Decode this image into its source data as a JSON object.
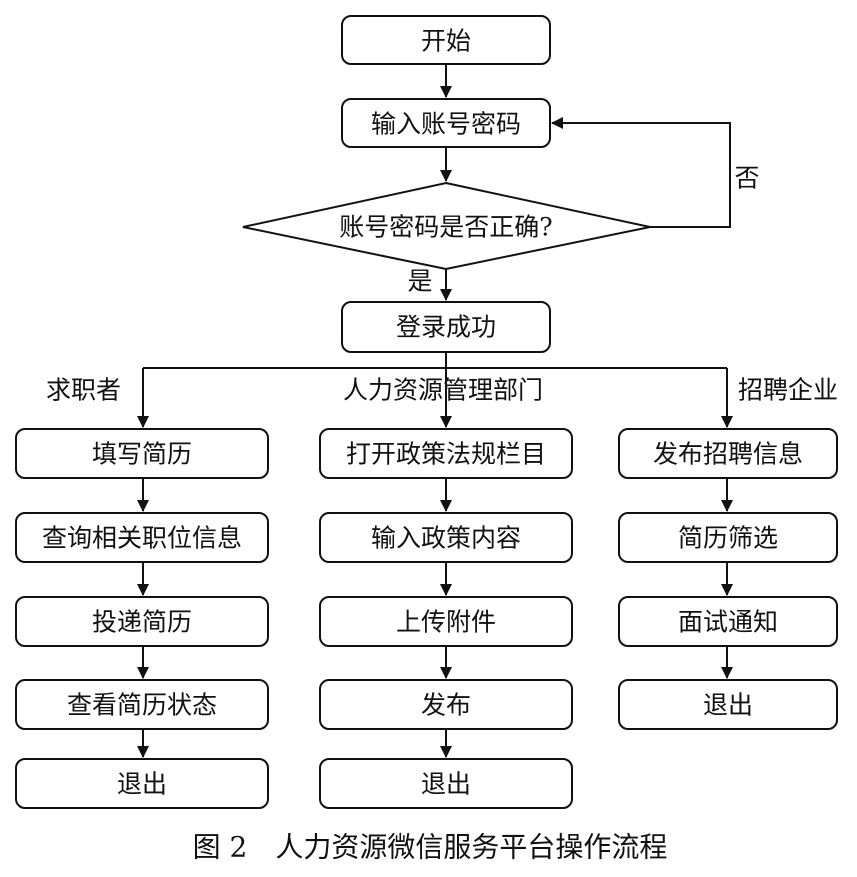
{
  "flow": {
    "start": "开始",
    "login": "输入账号密码",
    "decision": "账号密码是否正确?",
    "no_label": "否",
    "yes_label": "是",
    "success": "登录成功"
  },
  "branches": {
    "job_seeker": {
      "label": "求职者",
      "steps": [
        "填写简历",
        "查询相关职位信息",
        "投递简历",
        "查看简历状态",
        "退出"
      ]
    },
    "hr_department": {
      "label": "人力资源管理部门",
      "steps": [
        "打开政策法规栏目",
        "输入政策内容",
        "上传附件",
        "发布",
        "退出"
      ]
    },
    "employer": {
      "label": "招聘企业",
      "steps": [
        "发布招聘信息",
        "简历筛选",
        "面试通知",
        "退出"
      ]
    }
  },
  "caption": "图 2　人力资源微信服务平台操作流程"
}
